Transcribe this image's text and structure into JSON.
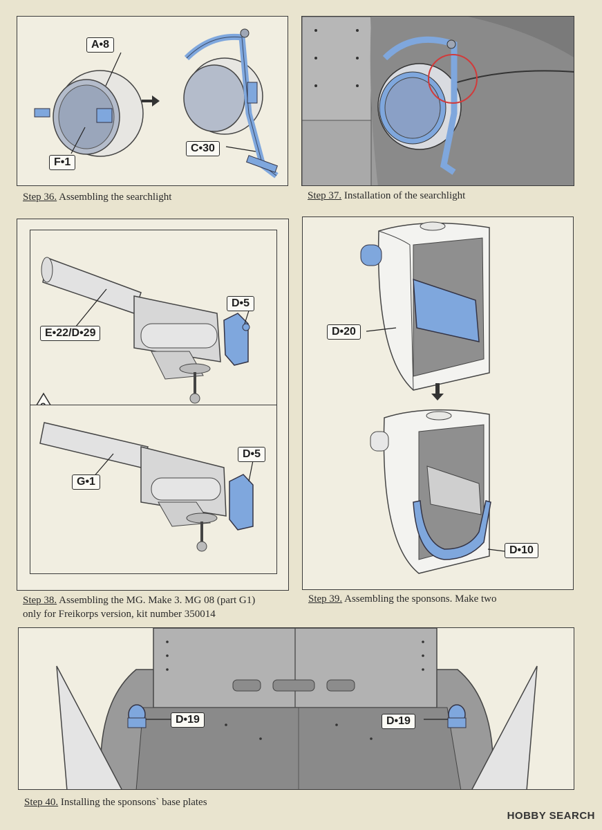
{
  "steps": {
    "s36": {
      "step": "Step 36.",
      "text": "Assembling the searchlight",
      "labels": {
        "a8": "A•8",
        "f1": "F•1",
        "c30": "C•30"
      }
    },
    "s37": {
      "step": "Step 37.",
      "text": "Installation of the searchlight"
    },
    "s38": {
      "step": "Step 38.",
      "text": "Assembling the MG. Make 3. MG 08 (part G1)",
      "text2": "only for Freikorps version, kit number 350014",
      "labels": {
        "e22": "E•22/D•29",
        "d5a": "D•5",
        "g1": "G•1",
        "d5b": "D•5",
        "question": "?"
      }
    },
    "s39": {
      "step": "Step 39.",
      "text": "Assembling the sponsons. Make two",
      "labels": {
        "d20": "D•20",
        "d10": "D•10"
      }
    },
    "s40": {
      "step": "Step 40.",
      "text": "Installing the sponsons` base plates",
      "labels": {
        "d19a": "D•19",
        "d19b": "D•19"
      }
    }
  },
  "watermark": "HOBBY SEARCH",
  "colors": {
    "part_blue": "#7fa7dd",
    "paper": "#e9e4cf",
    "panel": "#f1eee1",
    "red_circle": "#d23a3a"
  }
}
